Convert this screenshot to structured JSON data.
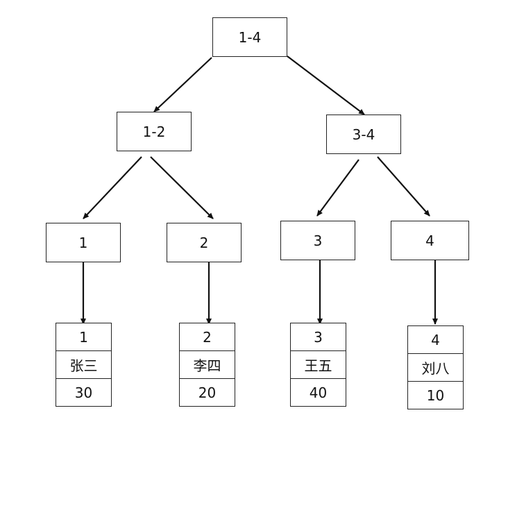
{
  "tree": {
    "root": {
      "label": "1-4"
    },
    "left": {
      "label": "1-2"
    },
    "right": {
      "label": "3-4"
    },
    "leaves": [
      {
        "label": "1"
      },
      {
        "label": "2"
      },
      {
        "label": "3"
      },
      {
        "label": "4"
      }
    ],
    "records": [
      {
        "id": "1",
        "name": "张三",
        "value": "30"
      },
      {
        "id": "2",
        "name": "李四",
        "value": "20"
      },
      {
        "id": "3",
        "name": "王五",
        "value": "40"
      },
      {
        "id": "4",
        "name": "刘八",
        "value": "10"
      }
    ]
  },
  "colors": {
    "stroke": "#111111"
  }
}
